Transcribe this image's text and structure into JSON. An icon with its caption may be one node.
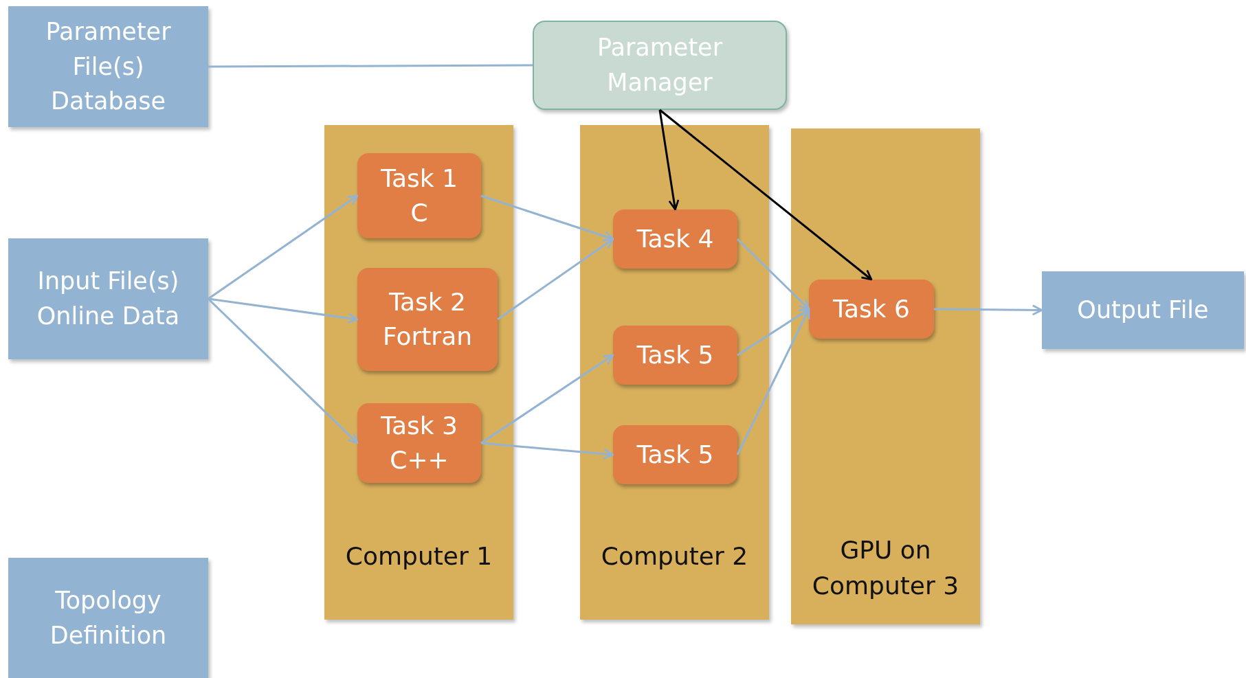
{
  "diagram": {
    "nodes": [
      {
        "text": [
          "Parameter File(s) Database"
        ]
      },
      {
        "text": [
          "Parameter Manager"
        ]
      },
      {
        "text": [
          "Input File(s)",
          "Online Data"
        ]
      },
      {
        "text": [
          "Computer 1"
        ]
      },
      {
        "text": [
          "Task 1",
          "C"
        ],
        "in": 3
      },
      {
        "text": [
          "Task 2",
          "Fortran"
        ],
        "in": 3
      },
      {
        "text": [
          "Task 3",
          "C++"
        ],
        "in": 3
      },
      {
        "text": [
          "Computer 2"
        ]
      },
      {
        "text": [
          "Task 4"
        ],
        "in": 7
      },
      {
        "text": [
          "Task 5"
        ],
        "in": 7
      },
      {
        "text": [
          "Task 5"
        ],
        "in": 7
      },
      {
        "text": [
          "GPU on Computer 3"
        ]
      },
      {
        "text": [
          "Task 6"
        ],
        "in": 11
      },
      {
        "text": [
          "Output File"
        ]
      },
      {
        "text": [
          "Topology Definition"
        ]
      }
    ],
    "edges": [
      {
        "from": 0,
        "to": 1,
        "arrow": "none"
      },
      {
        "from": 2,
        "to": 4,
        "arrow": "to"
      },
      {
        "from": 2,
        "to": 5,
        "arrow": "to"
      },
      {
        "from": 2,
        "to": 6,
        "arrow": "to"
      },
      {
        "from": 4,
        "to": 8,
        "arrow": "to"
      },
      {
        "from": 5,
        "to": 8,
        "arrow": "to"
      },
      {
        "from": 6,
        "to": 9,
        "arrow": "to"
      },
      {
        "from": 6,
        "to": 10,
        "arrow": "to"
      },
      {
        "from": 8,
        "to": 12,
        "arrow": "to"
      },
      {
        "from": 9,
        "to": 12,
        "arrow": "to"
      },
      {
        "from": 10,
        "to": 12,
        "arrow": "to"
      },
      {
        "from": 12,
        "to": 13,
        "arrow": "to"
      },
      {
        "from": 1,
        "to": 8,
        "arrow": "to",
        "color": "#000000"
      },
      {
        "from": 1,
        "to": 12,
        "arrow": "to",
        "color": "#000000"
      }
    ]
  }
}
